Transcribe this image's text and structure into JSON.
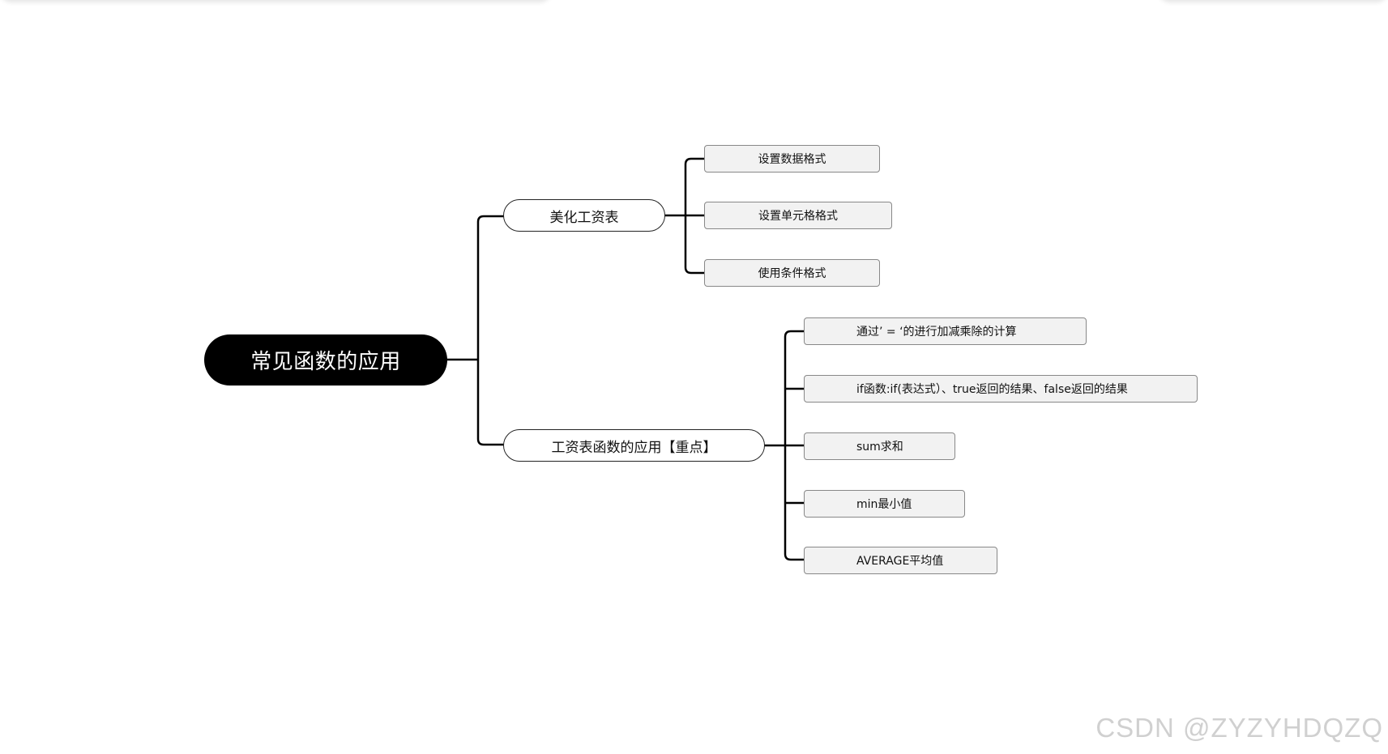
{
  "mindmap": {
    "root": {
      "label": "常见函数的应用"
    },
    "branches": [
      {
        "label": "美化工资表",
        "children": [
          "设置数据格式",
          "设置单元格格式",
          "使用条件格式"
        ]
      },
      {
        "label": "工资表函数的应用【重点】",
        "children": [
          "通过’ = ‘的进行加减乘除的计算",
          "if函数:if(表达式）、true返回的结果、false返回的结果",
          "sum求和",
          "min最小值",
          "AVERAGE平均值"
        ]
      }
    ]
  },
  "watermark": "CSDN @ZYZYHDQZQ"
}
